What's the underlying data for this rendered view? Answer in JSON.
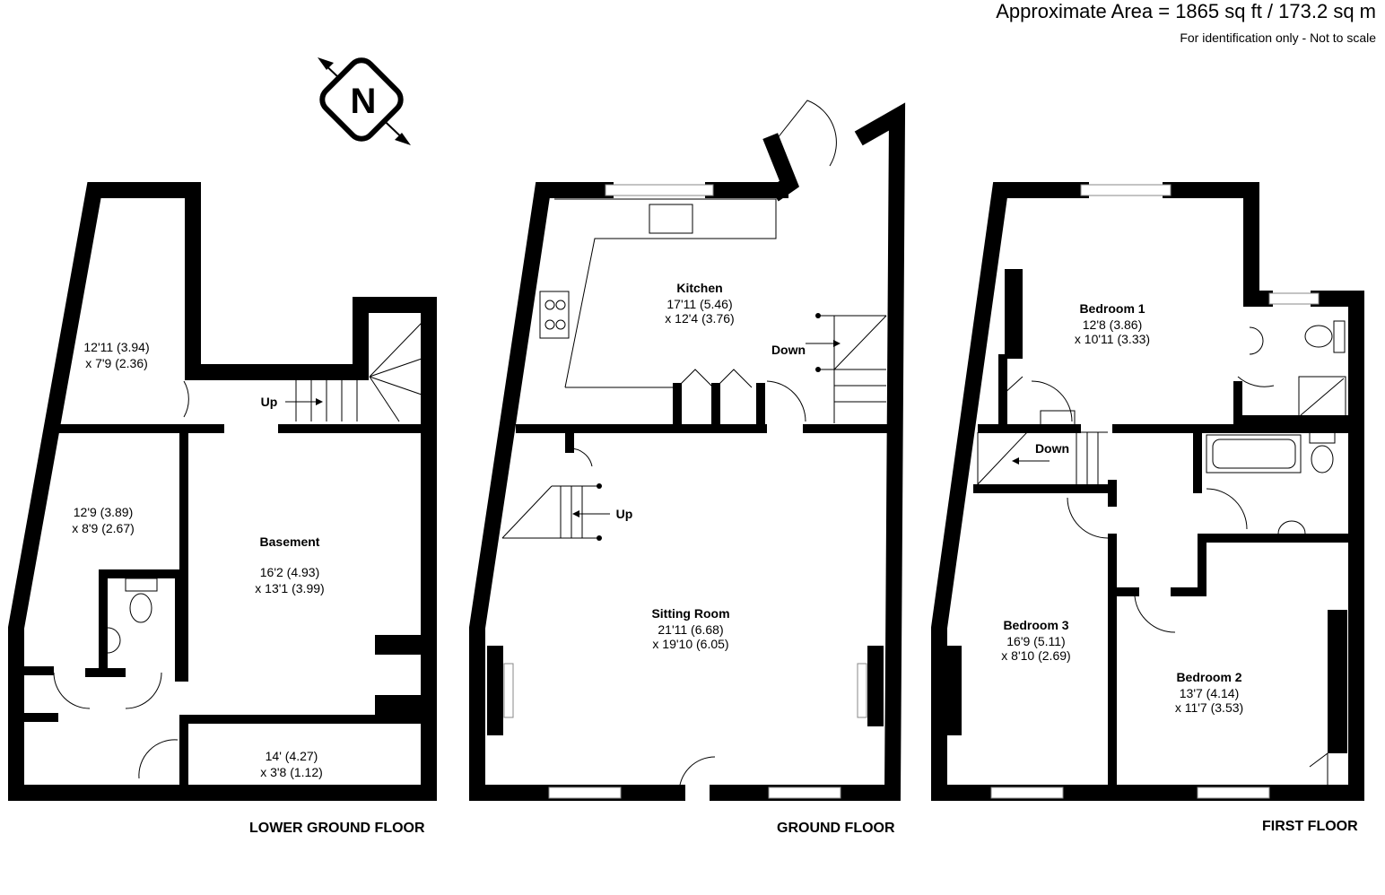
{
  "header": {
    "area": "Approximate Area = 1865 sq ft / 173.2 sq m",
    "note": "For identification only - Not to scale"
  },
  "compass": {
    "letter": "N"
  },
  "lower_ground_floor": {
    "title": "LOWER GROUND FLOOR",
    "rooms": [
      {
        "name": "",
        "dim1": "12'11 (3.94)",
        "dim2": "x 7'9 (2.36)"
      },
      {
        "name": "",
        "dim1": "12'9 (3.89)",
        "dim2": "x 8'9 (2.67)"
      },
      {
        "name": "Basement",
        "dim1": "16'2 (4.93)",
        "dim2": "x 13'1 (3.99)"
      },
      {
        "name": "",
        "dim1": "14' (4.27)",
        "dim2": "x 3'8 (1.12)"
      }
    ],
    "stairs_label": "Up"
  },
  "ground_floor": {
    "title": "GROUND FLOOR",
    "rooms": [
      {
        "name": "Kitchen",
        "dim1": "17'11 (5.46)",
        "dim2": "x 12'4 (3.76)"
      },
      {
        "name": "Sitting Room",
        "dim1": "21'11 (6.68)",
        "dim2": "x 19'10 (6.05)"
      }
    ],
    "stairs_down": "Down",
    "stairs_up": "Up"
  },
  "first_floor": {
    "title": "FIRST FLOOR",
    "rooms": [
      {
        "name": "Bedroom 1",
        "dim1": "12'8 (3.86)",
        "dim2": "x 10'11 (3.33)"
      },
      {
        "name": "Bedroom 3",
        "dim1": "16'9 (5.11)",
        "dim2": "x 8'10 (2.69)"
      },
      {
        "name": "Bedroom 2",
        "dim1": "13'7 (4.14)",
        "dim2": "x 11'7 (3.53)"
      }
    ],
    "stairs_down": "Down"
  }
}
